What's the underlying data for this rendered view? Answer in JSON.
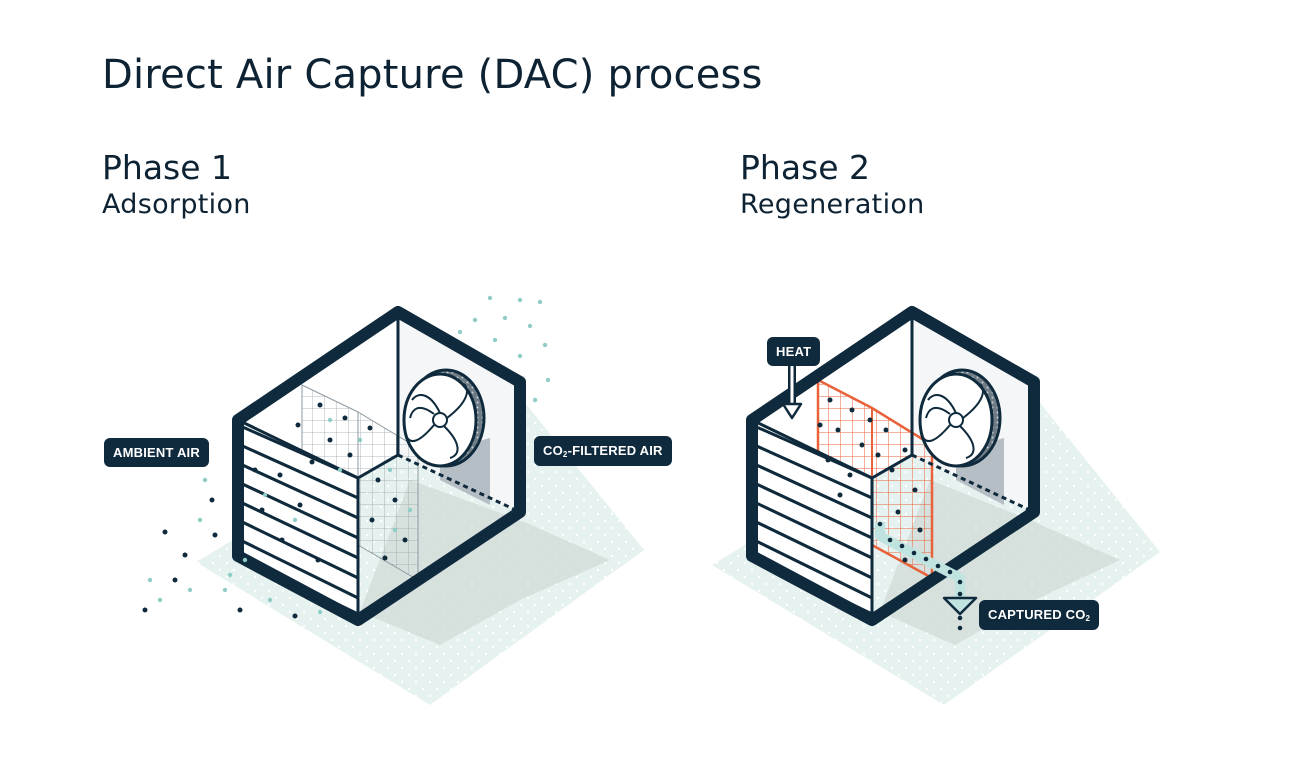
{
  "title": "Direct Air Capture (DAC) process",
  "phases": [
    {
      "name": "Phase 1",
      "subtitle": "Adsorption"
    },
    {
      "name": "Phase 2",
      "subtitle": "Regeneration"
    }
  ],
  "labels": {
    "ambient_air": "AMBIENT AIR",
    "co2_filtered_air_prefix": "CO",
    "co2_filtered_air_sub": "2",
    "co2_filtered_air_suffix": "-FILTERED AIR",
    "heat": "HEAT",
    "captured_prefix": "CAPTURED CO",
    "captured_sub": "2"
  },
  "colors": {
    "outline": "#0f2a3c",
    "shadow_floor": "#e6f2ef",
    "air_dot": "#8fcdc6",
    "heated_filter": "#e8623a",
    "arrow_fill": "#bfe3df"
  },
  "icons": [
    "fan-icon",
    "down-arrow-icon"
  ]
}
